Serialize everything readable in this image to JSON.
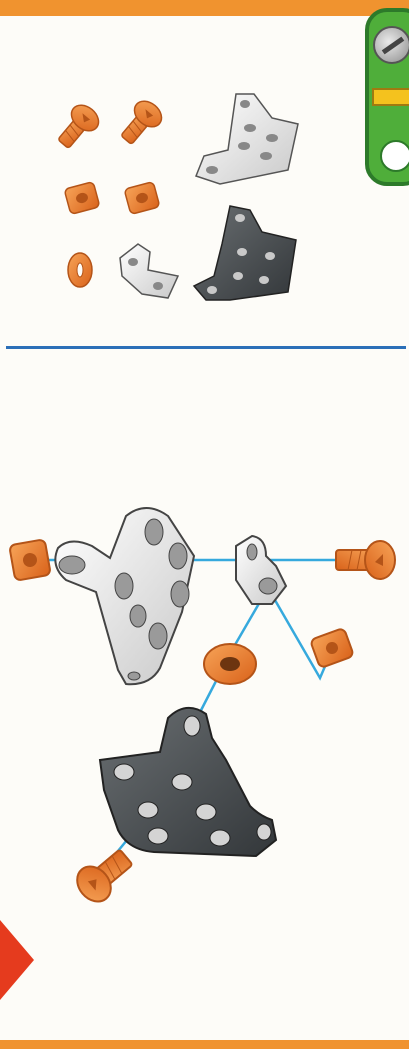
{
  "colors": {
    "accent_orange": "#f0932f",
    "divider_blue": "#2b6fb8",
    "guide_line": "#36a9dd",
    "tab_green": "#4fae3a",
    "part_orange": "#ec7a26",
    "part_white": "#e6e6e6",
    "part_gray": "#4b4f52",
    "marker_red": "#e53b1e"
  },
  "icons": {
    "tab_top": "screw-icon",
    "tab_middle": "wrench-icon",
    "tab_bottom": "circle-icon"
  },
  "parts_list": [
    "screw",
    "screw",
    "square-nut",
    "square-nut",
    "large-white-bracket",
    "washer",
    "small-white-angle-bracket",
    "dark-gray-bracket"
  ],
  "assembly_steps": [
    "square-nut",
    "large-white-bracket",
    "small-white-angle-bracket",
    "screw",
    "washer",
    "square-nut",
    "dark-gray-bracket",
    "screw"
  ]
}
